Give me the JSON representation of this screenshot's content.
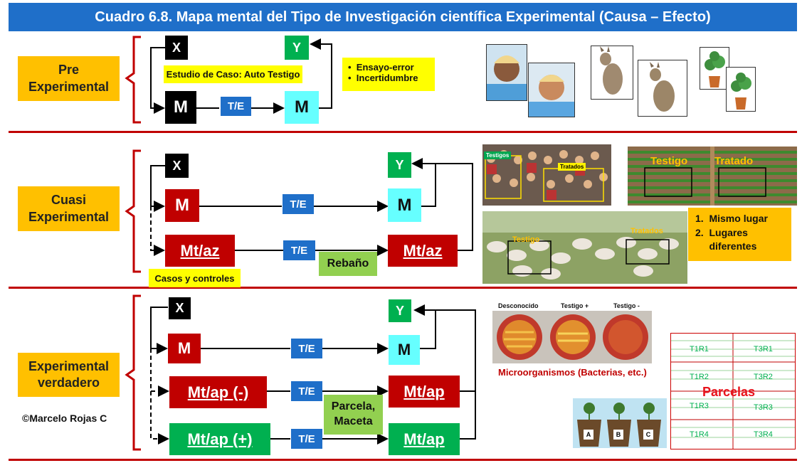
{
  "title": "Cuadro 6.8. Mapa mental del Tipo de Investigación científica Experimental (Causa – Efecto)",
  "sections": {
    "pre": {
      "label_line1": "Pre",
      "label_line2": "Experimental",
      "x": "X",
      "y": "Y",
      "m1": "M",
      "m2": "M",
      "te": "T/E",
      "note": "Estudio de Caso: Auto Testigo",
      "bullets": [
        "Ensayo-error",
        "Incertidumbre"
      ]
    },
    "cuasi": {
      "label_line1": "Cuasi",
      "label_line2": "Experimental",
      "x": "X",
      "y": "Y",
      "m1": "M",
      "m2": "M",
      "mt1": "Mt/az",
      "mt2": "Mt/az",
      "te1": "T/E",
      "te2": "T/E",
      "rebano": "Rebaño",
      "casos": "Casos y controles",
      "crowd_testigos": "Testigos",
      "crowd_tratados": "Tratados",
      "field_testigo": "Testigo",
      "field_tratado": "Tratado",
      "sheep_testigo": "Testigo",
      "sheep_tratados": "Tratados",
      "list": [
        "Mismo lugar",
        "Lugares diferentes"
      ]
    },
    "verdadero": {
      "label_line1": "Experimental",
      "label_line2": "verdadero",
      "x": "X",
      "y": "Y",
      "m1": "M",
      "m2": "M",
      "mtneg": "Mt/ap (-)",
      "mtpos": "Mt/ap (+)",
      "mt_out1": "Mt/ap",
      "mt_out2": "Mt/ap",
      "te1": "T/E",
      "te2": "T/E",
      "te3": "T/E",
      "parcela": "Parcela, Maceta",
      "dish_labels": [
        "Desconocido",
        "Testigo +",
        "Testigo -"
      ],
      "micro": "Microorganismos (Bacterias, etc.)",
      "pots": [
        "A",
        "B",
        "C"
      ],
      "parcelas_title": "Parcelas",
      "plots_left": [
        "T1R1",
        "T1R2",
        "T1R3",
        "T1R4"
      ],
      "plots_right": [
        "T3R1",
        "T3R2",
        "T3R3",
        "T3R4"
      ]
    }
  },
  "credit": "©Marcelo Rojas C",
  "colors": {
    "title_bg": "#1f6fc9",
    "label_bg": "#ffc000",
    "separator": "#c00000",
    "box_green": "#00b050",
    "box_red": "#c00000",
    "box_cyan": "#66ffff",
    "note_yellow": "#ffff00",
    "light_green": "#92d050"
  }
}
